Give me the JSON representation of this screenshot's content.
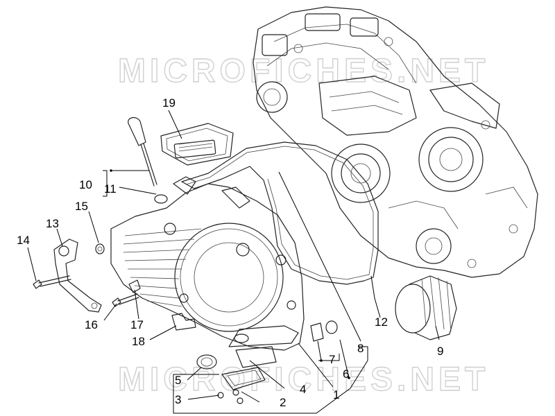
{
  "watermark": {
    "text": "MICROFICHES.NET",
    "color": "#d0d0d0"
  },
  "line_color": "#222222",
  "callouts": [
    {
      "id": "c1",
      "label": "1"
    },
    {
      "id": "c2",
      "label": "2"
    },
    {
      "id": "c3",
      "label": "3"
    },
    {
      "id": "c4",
      "label": "4"
    },
    {
      "id": "c5",
      "label": "5"
    },
    {
      "id": "c6",
      "label": "6"
    },
    {
      "id": "c7",
      "label": "7"
    },
    {
      "id": "c8",
      "label": "8"
    },
    {
      "id": "c9",
      "label": "9"
    },
    {
      "id": "c10",
      "label": "10"
    },
    {
      "id": "c11",
      "label": "11"
    },
    {
      "id": "c12",
      "label": "12"
    },
    {
      "id": "c13",
      "label": "13"
    },
    {
      "id": "c14",
      "label": "14"
    },
    {
      "id": "c15",
      "label": "15"
    },
    {
      "id": "c16",
      "label": "16"
    },
    {
      "id": "c17",
      "label": "17"
    },
    {
      "id": "c18",
      "label": "18"
    },
    {
      "id": "c19",
      "label": "19"
    }
  ]
}
